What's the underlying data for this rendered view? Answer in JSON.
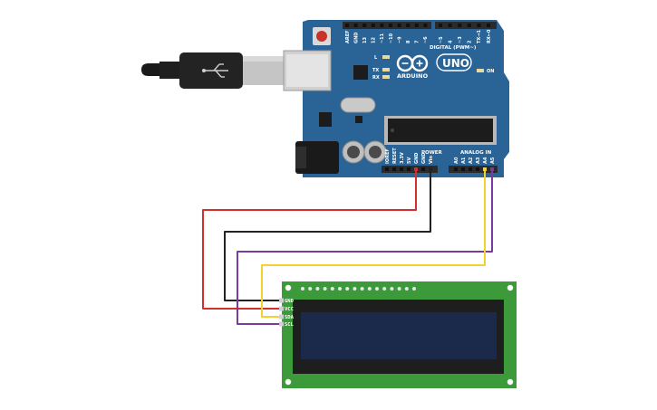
{
  "board": {
    "brand": "ARDUINO",
    "model": "UNO",
    "digital_header_label": "DIGITAL (PWM~)",
    "power_header_label": "POWER",
    "analog_header_label": "ANALOG IN",
    "on_label": "ON",
    "led_labels": [
      "L",
      "TX",
      "RX"
    ],
    "digital_pins": [
      "AREF",
      "GND",
      "13",
      "12",
      "~11",
      "~10",
      "~9",
      "8",
      "7",
      "~6",
      "~5",
      "4",
      "~3",
      "2",
      "TX→1",
      "RX←0"
    ],
    "power_pins": [
      "IOREF",
      "RESET",
      "3.3V",
      "5V",
      "GND",
      "GND",
      "Vin"
    ],
    "analog_pins": [
      "A0",
      "A1",
      "A2",
      "A3",
      "A4",
      "A5"
    ],
    "colors": {
      "pcb": "#2a6496",
      "header": "#2b2b2b",
      "chip": "#1c1c1c"
    }
  },
  "lcd": {
    "pins": [
      "GND",
      "VCC",
      "SDA",
      "SCL"
    ],
    "colors": {
      "pcb": "#3d9a3a",
      "bezel": "#1e1e1e",
      "screen": "#1b2a4a"
    }
  },
  "wires": [
    {
      "name": "5V-to-VCC",
      "color": "#d32f2f"
    },
    {
      "name": "GND-to-GND",
      "color": "#222222"
    },
    {
      "name": "A4-to-SDA",
      "color": "#f2d22e"
    },
    {
      "name": "A5-to-SCL",
      "color": "#7b3aa0"
    }
  ]
}
